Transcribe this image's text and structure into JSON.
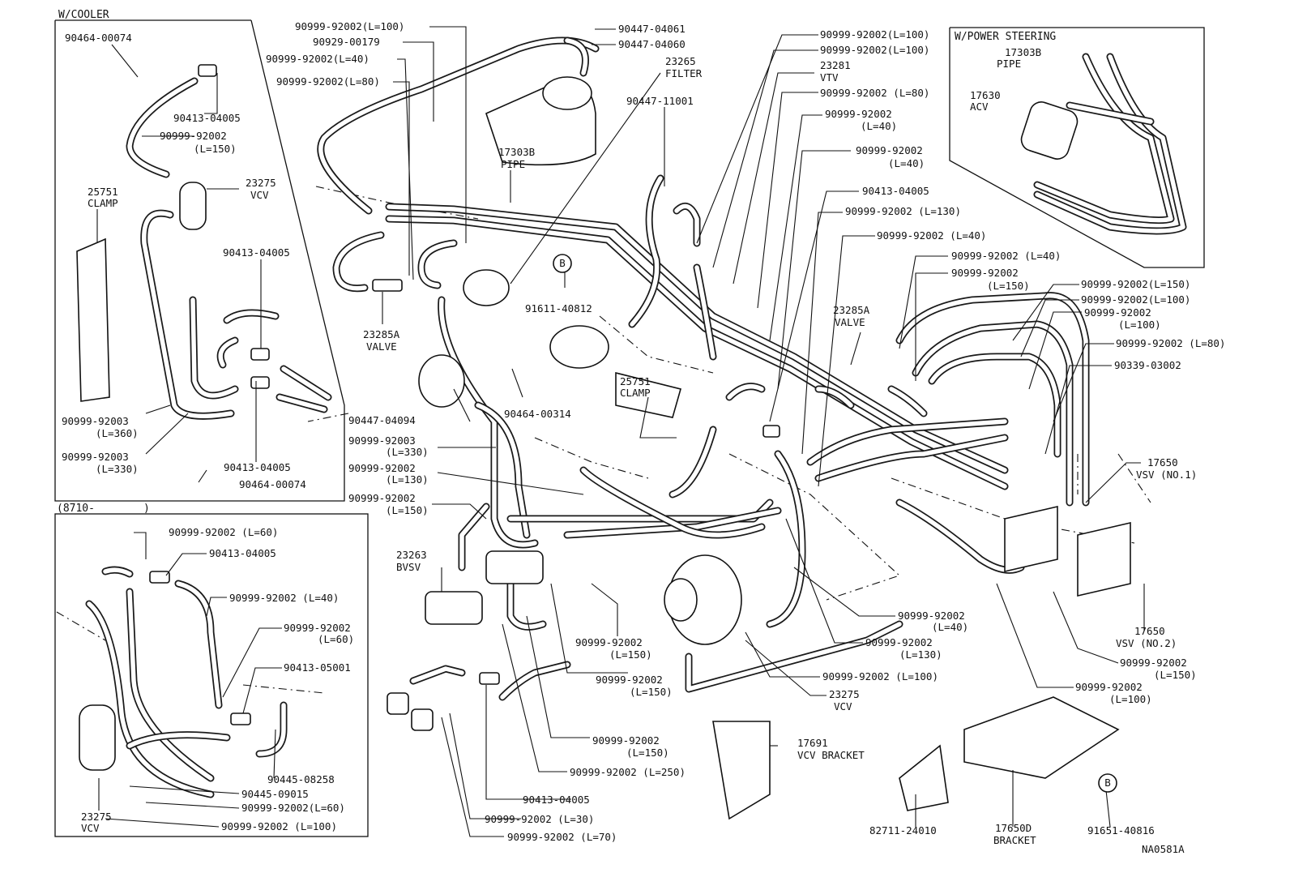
{
  "inset_headers": {
    "cooler": "W/COOLER",
    "power_steering": "W/POWER STEERING",
    "from_date": "(8710-",
    "from_date_close": ")"
  },
  "diagram_code": "NA0581A",
  "callouts": {
    "c001": "90464-00074",
    "c002": "90413-04005",
    "c003": "90999-92002",
    "c004": "(L=150)",
    "c005": "25751",
    "c006": "CLAMP",
    "c007": "23275",
    "c008": "VCV",
    "c009": "90413-04005",
    "c010": "90999-92003",
    "c011": "(L=360)",
    "c012": "90999-92003",
    "c013": "(L=330)",
    "c014": "90413-04005",
    "c015": "90464-00074",
    "c016": "90999-92002(L=100)",
    "c017": "90929-00179",
    "c018": "90999-92002(L=40)",
    "c019": "90999-92002(L=80)",
    "c020": "90447-04061",
    "c021": "90447-04060",
    "c022": "23265",
    "c023": "FILTER",
    "c024": "90447-11001",
    "c025": "17303B",
    "c026": "PIPE",
    "c027": "91611-40812",
    "c028": "23285A",
    "c029": "VALVE",
    "c030": "25751",
    "c031": "CLAMP",
    "c032": "90464-00314",
    "c033": "90447-04094",
    "c034": "90999-92003",
    "c035": "(L=330)",
    "c036": "90999-92002",
    "c037": "(L=130)",
    "c038": "90999-92002",
    "c039": "(L=150)",
    "c040": "23263",
    "c041": "BVSV",
    "c042": "90999-92002(L=100)",
    "c043": "90999-92002(L=100)",
    "c044": "23281",
    "c045": "VTV",
    "c046": "90999-92002 (L=80)",
    "c047": "90999-92002",
    "c048": "(L=40)",
    "c049": "90999-92002",
    "c050": "(L=40)",
    "c051": "90413-04005",
    "c052": "90999-92002 (L=130)",
    "c053": "90999-92002 (L=40)",
    "c054": "90999-92002 (L=40)",
    "c055": "90999-92002",
    "c056": "(L=150)",
    "c057": "23285A",
    "c058": "VALVE",
    "c059": "17303B",
    "c060": "PIPE",
    "c061": "17630",
    "c062": "ACV",
    "c063": "90999-92002(L=150)",
    "c064": "90999-92002(L=100)",
    "c065": "90999-92002",
    "c066": "(L=100)",
    "c067": "90999-92002 (L=80)",
    "c068": "90339-03002",
    "c069": "17650",
    "c070": "VSV (NO.1)",
    "c071": "17650",
    "c072": "VSV (NO.2)",
    "c073": "90999-92002",
    "c074": "(L=150)",
    "c075": "90999-92002",
    "c076": "(L=100)",
    "c077": "90999-92002",
    "c078": "(L=40)",
    "c079": "90999-92002",
    "c080": "(L=130)",
    "c081": "90999-92002 (L=100)",
    "c082": "23275",
    "c083": "VCV",
    "c084": "90999-92002",
    "c085": "(L=150)",
    "c086": "90999-92002",
    "c087": "(L=150)",
    "c088": "90999-92002",
    "c089": "(L=150)",
    "c090": "90999-92002 (L=250)",
    "c091": "90413-04005",
    "c092": "90999-92002 (L=30)",
    "c093": "90999-92002 (L=70)",
    "c094": "17691",
    "c095": "VCV BRACKET",
    "c096": "82711-24010",
    "c097": "17650D",
    "c098": "BRACKET",
    "c099": "91651-40816",
    "c100": "90999-92002 (L=60)",
    "c101": "90413-04005",
    "c102": "90999-92002 (L=40)",
    "c103": "90999-92002",
    "c104": "(L=60)",
    "c105": "90413-05001",
    "c106": "90445-08258",
    "c107": "90445-09015",
    "c108": "90999-92002(L=60)",
    "c109": "90999-92002 (L=100)",
    "c110": "23275",
    "c111": "VCV"
  },
  "markers": {
    "b1": "B",
    "b2": "B"
  }
}
